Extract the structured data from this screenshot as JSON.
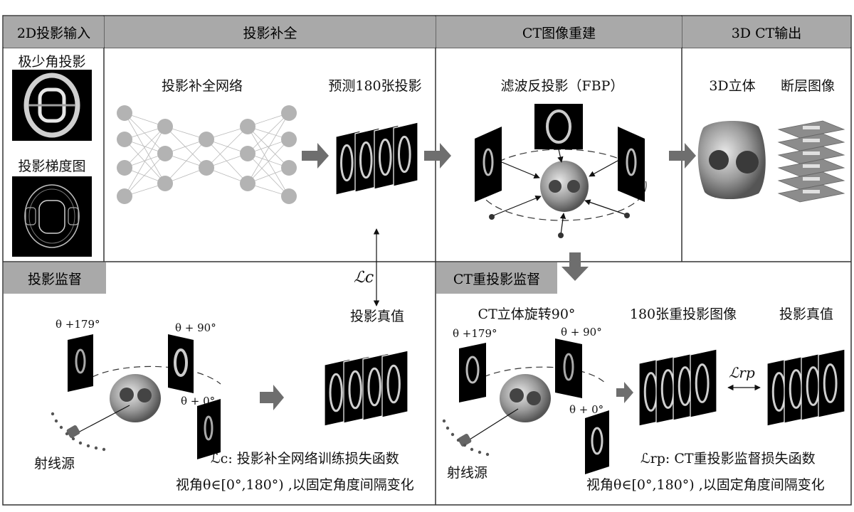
{
  "headers": {
    "input": "2D投影输入",
    "completion": "投影补全",
    "reconstruction": "CT图像重建",
    "output": "3D CT输出",
    "proj_supervision": "投影监督",
    "ct_supervision": "CT重投影监督"
  },
  "input_panel": {
    "sparse_label": "极少角投影",
    "gradient_label": "投影梯度图"
  },
  "completion_panel": {
    "network_label": "投影补全网络",
    "predicted_label": "预测180张投影"
  },
  "recon_panel": {
    "fbp_label": "滤波反投影（FBP）"
  },
  "output_panel": {
    "volume_label": "3D立体",
    "slices_label": "断层图像"
  },
  "proj_sup_panel": {
    "loss_symbol": "ℒc",
    "ground_truth_label": "投影真值",
    "angle_179": "θ +179°",
    "angle_90": "θ + 90°",
    "angle_0": "θ + 0°",
    "source_label": "射线源",
    "loss_desc": "ℒc: 投影补全网络训练损失函数",
    "view_desc": "视角θ∈[0°,180°) ,以固定角度间隔变化"
  },
  "ct_sup_panel": {
    "rotate_label": "CT立体旋转90°",
    "reproj_label": "180张重投影图像",
    "ground_truth_label": "投影真值",
    "loss_symbol": "ℒrp",
    "angle_179": "θ +179°",
    "angle_90": "θ + 90°",
    "angle_0": "θ + 0°",
    "source_label": "射线源",
    "loss_desc": "ℒrp: CT重投影监督损失函数",
    "view_desc": "视角θ∈[0°,180°) ,以固定角度间隔变化"
  },
  "colors": {
    "header_bg": "#a9a9a9",
    "node": "#b3b3b3",
    "arrow": "#6e6e6e",
    "image_bg": "#000000"
  }
}
